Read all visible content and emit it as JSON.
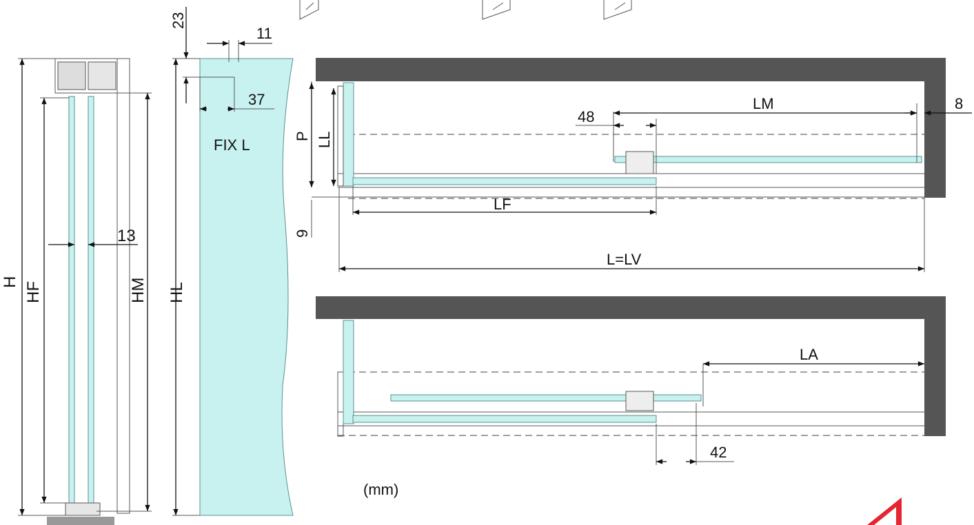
{
  "colors": {
    "glass": "#c8f2ef",
    "wall": "#555555",
    "line": "#111111",
    "brand": "#e3262f"
  },
  "labels": {
    "d23": "23",
    "d11": "11",
    "d37": "37",
    "fix_l": "FIX L",
    "h": "H",
    "hf": "HF",
    "hm": "HM",
    "hl": "HL",
    "d13": "13",
    "p": "P",
    "ll": "LL",
    "d48": "48",
    "lm": "LM",
    "d8": "8",
    "lf": "LF",
    "d9": "9",
    "l_lv": "L=LV",
    "la": "LA",
    "d42": "42",
    "unit": "(mm)"
  },
  "icons": [
    "glass-panel-icon",
    "glass-panel-icon",
    "glass-panel-icon",
    "brand-logo-icon"
  ]
}
